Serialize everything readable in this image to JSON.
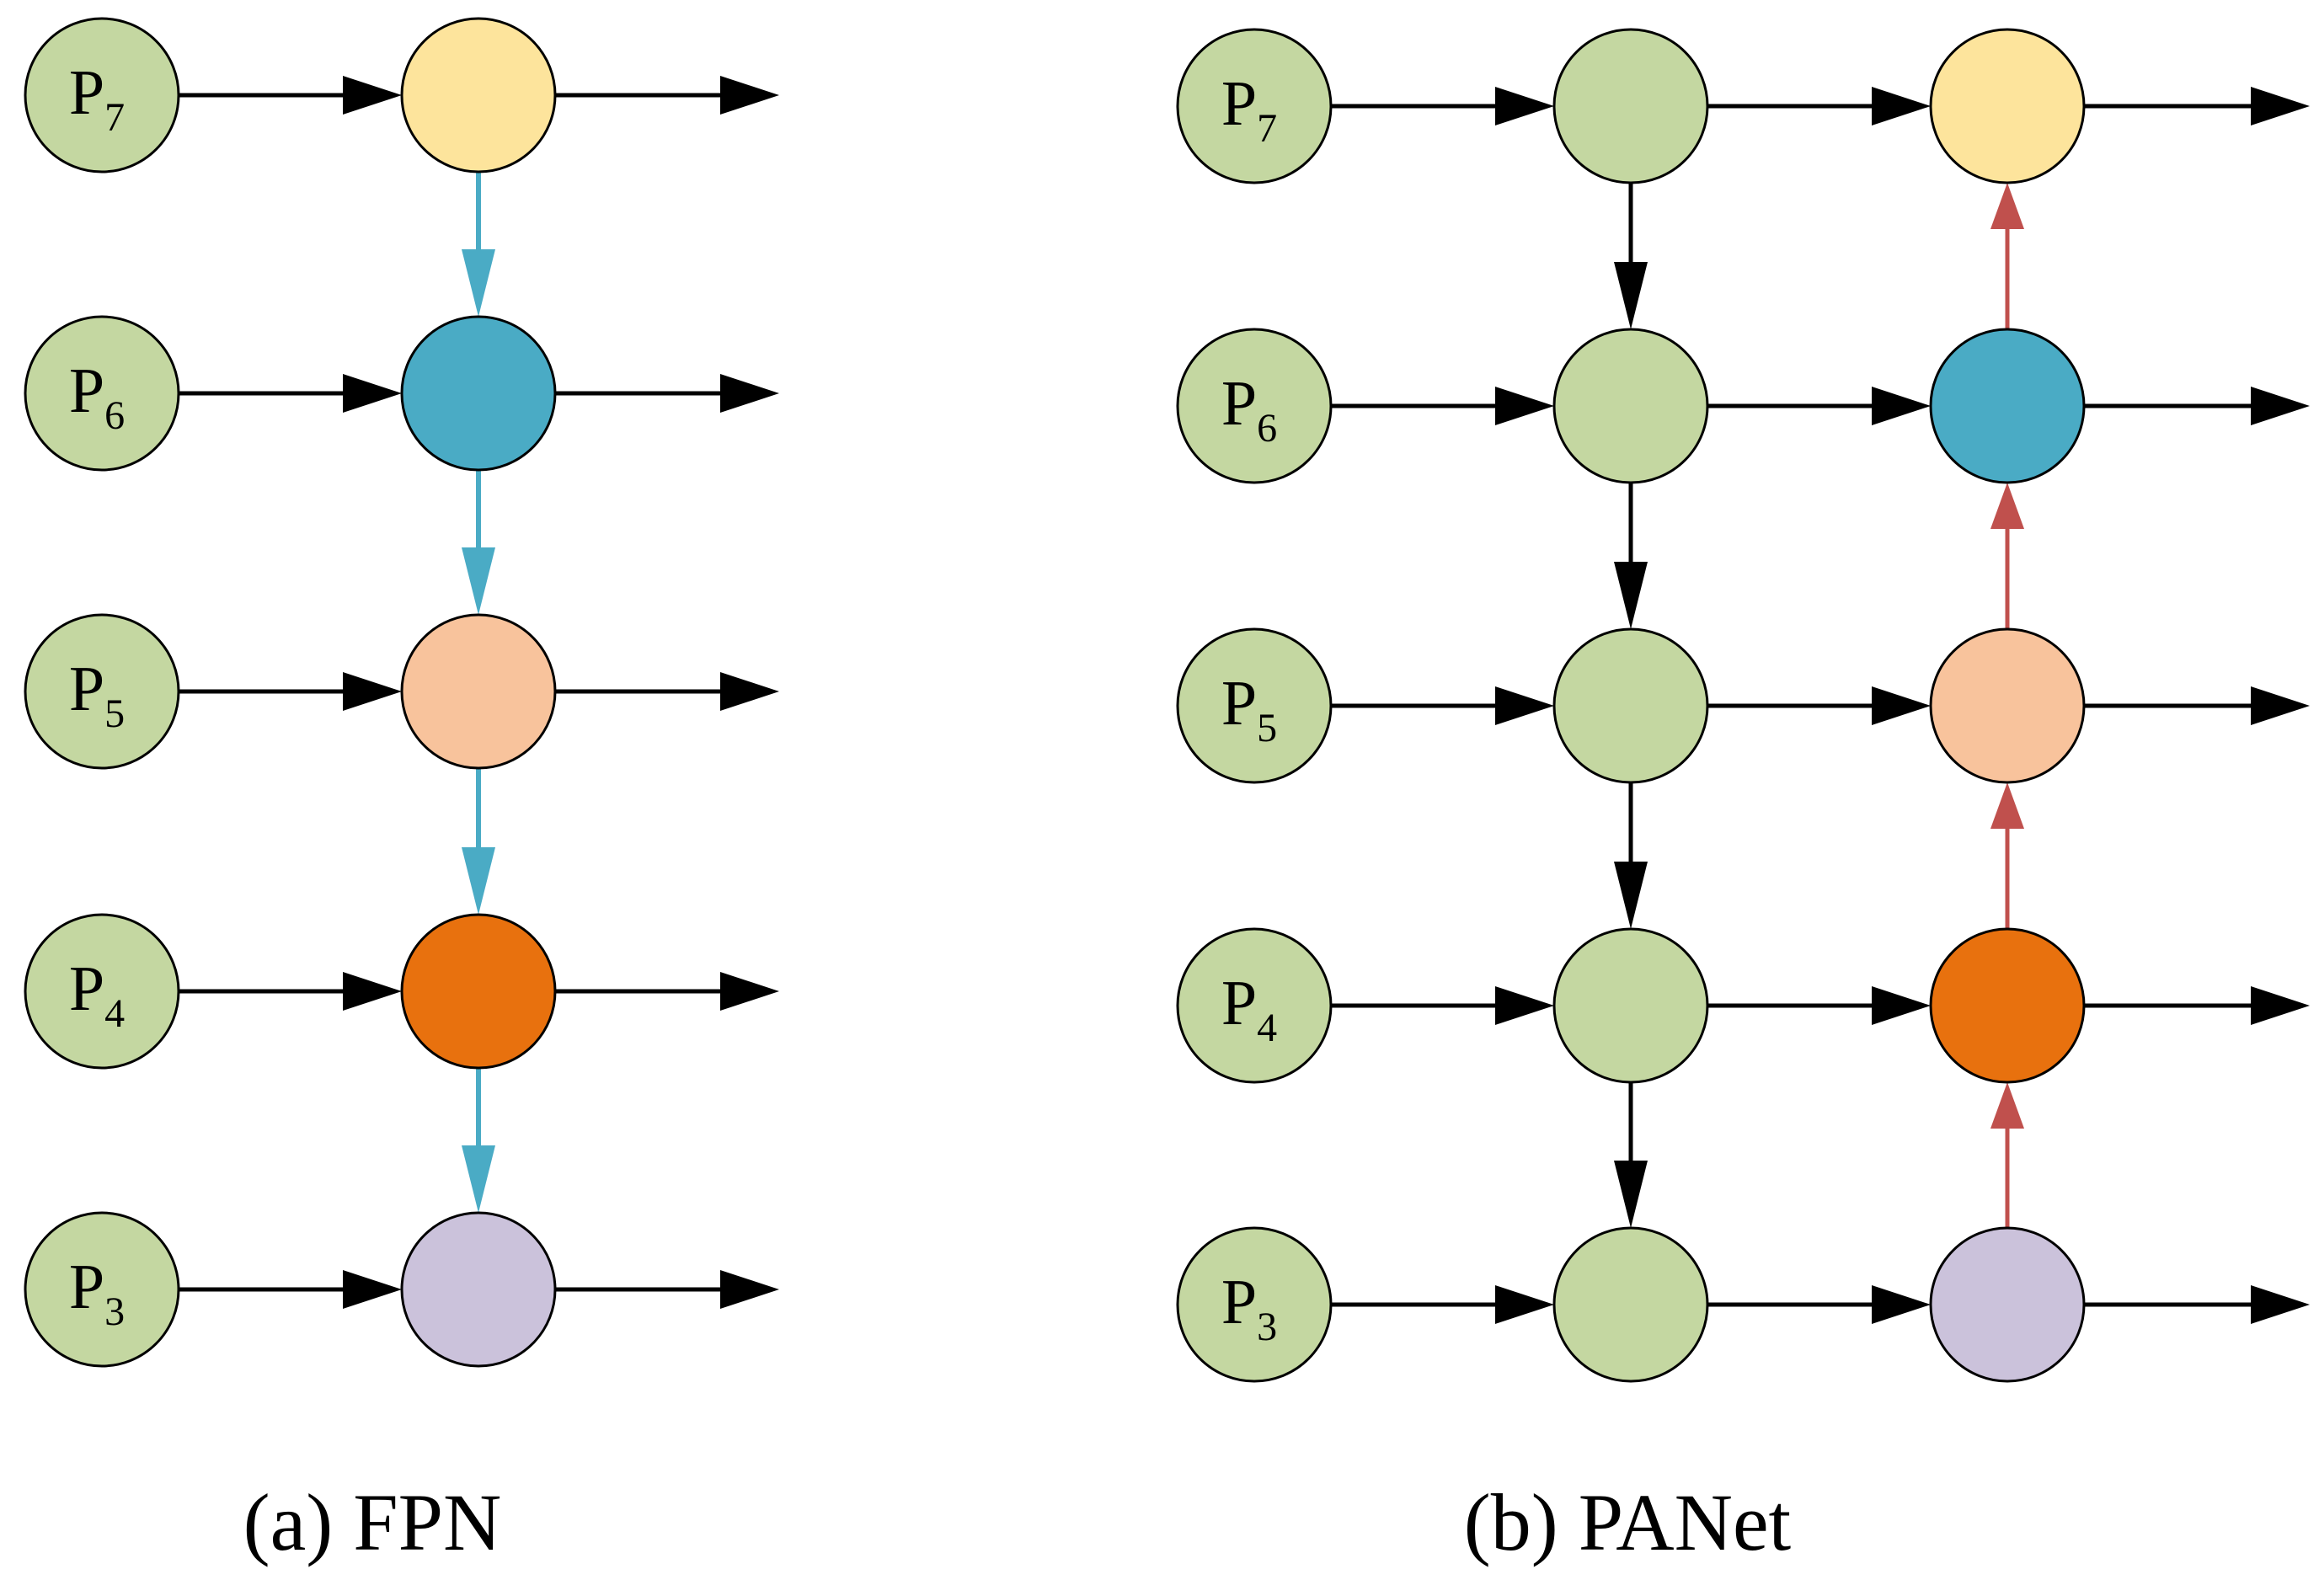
{
  "colors": {
    "level_input": "#c4d7a1",
    "level_p7": "#fde49c",
    "level_p6": "#4aabc5",
    "level_p5": "#f8c39c",
    "level_p4": "#e8710e",
    "level_p3": "#cbc2db",
    "fpn_topdown_arrow": "#4aabc5",
    "panet_topdown_arrow": "#000000",
    "panet_bottomup_arrow": "#c0504d",
    "lateral_arrow": "#000000",
    "node_stroke": "#000000"
  },
  "levels": [
    {
      "key": "p7",
      "base": "P",
      "sub": "7"
    },
    {
      "key": "p6",
      "base": "P",
      "sub": "6"
    },
    {
      "key": "p5",
      "base": "P",
      "sub": "5"
    },
    {
      "key": "p4",
      "base": "P",
      "sub": "4"
    },
    {
      "key": "p3",
      "base": "P",
      "sub": "3"
    }
  ],
  "panels": {
    "fpn": {
      "caption": "(a) FPN"
    },
    "panet": {
      "caption": "(b) PANet"
    }
  }
}
